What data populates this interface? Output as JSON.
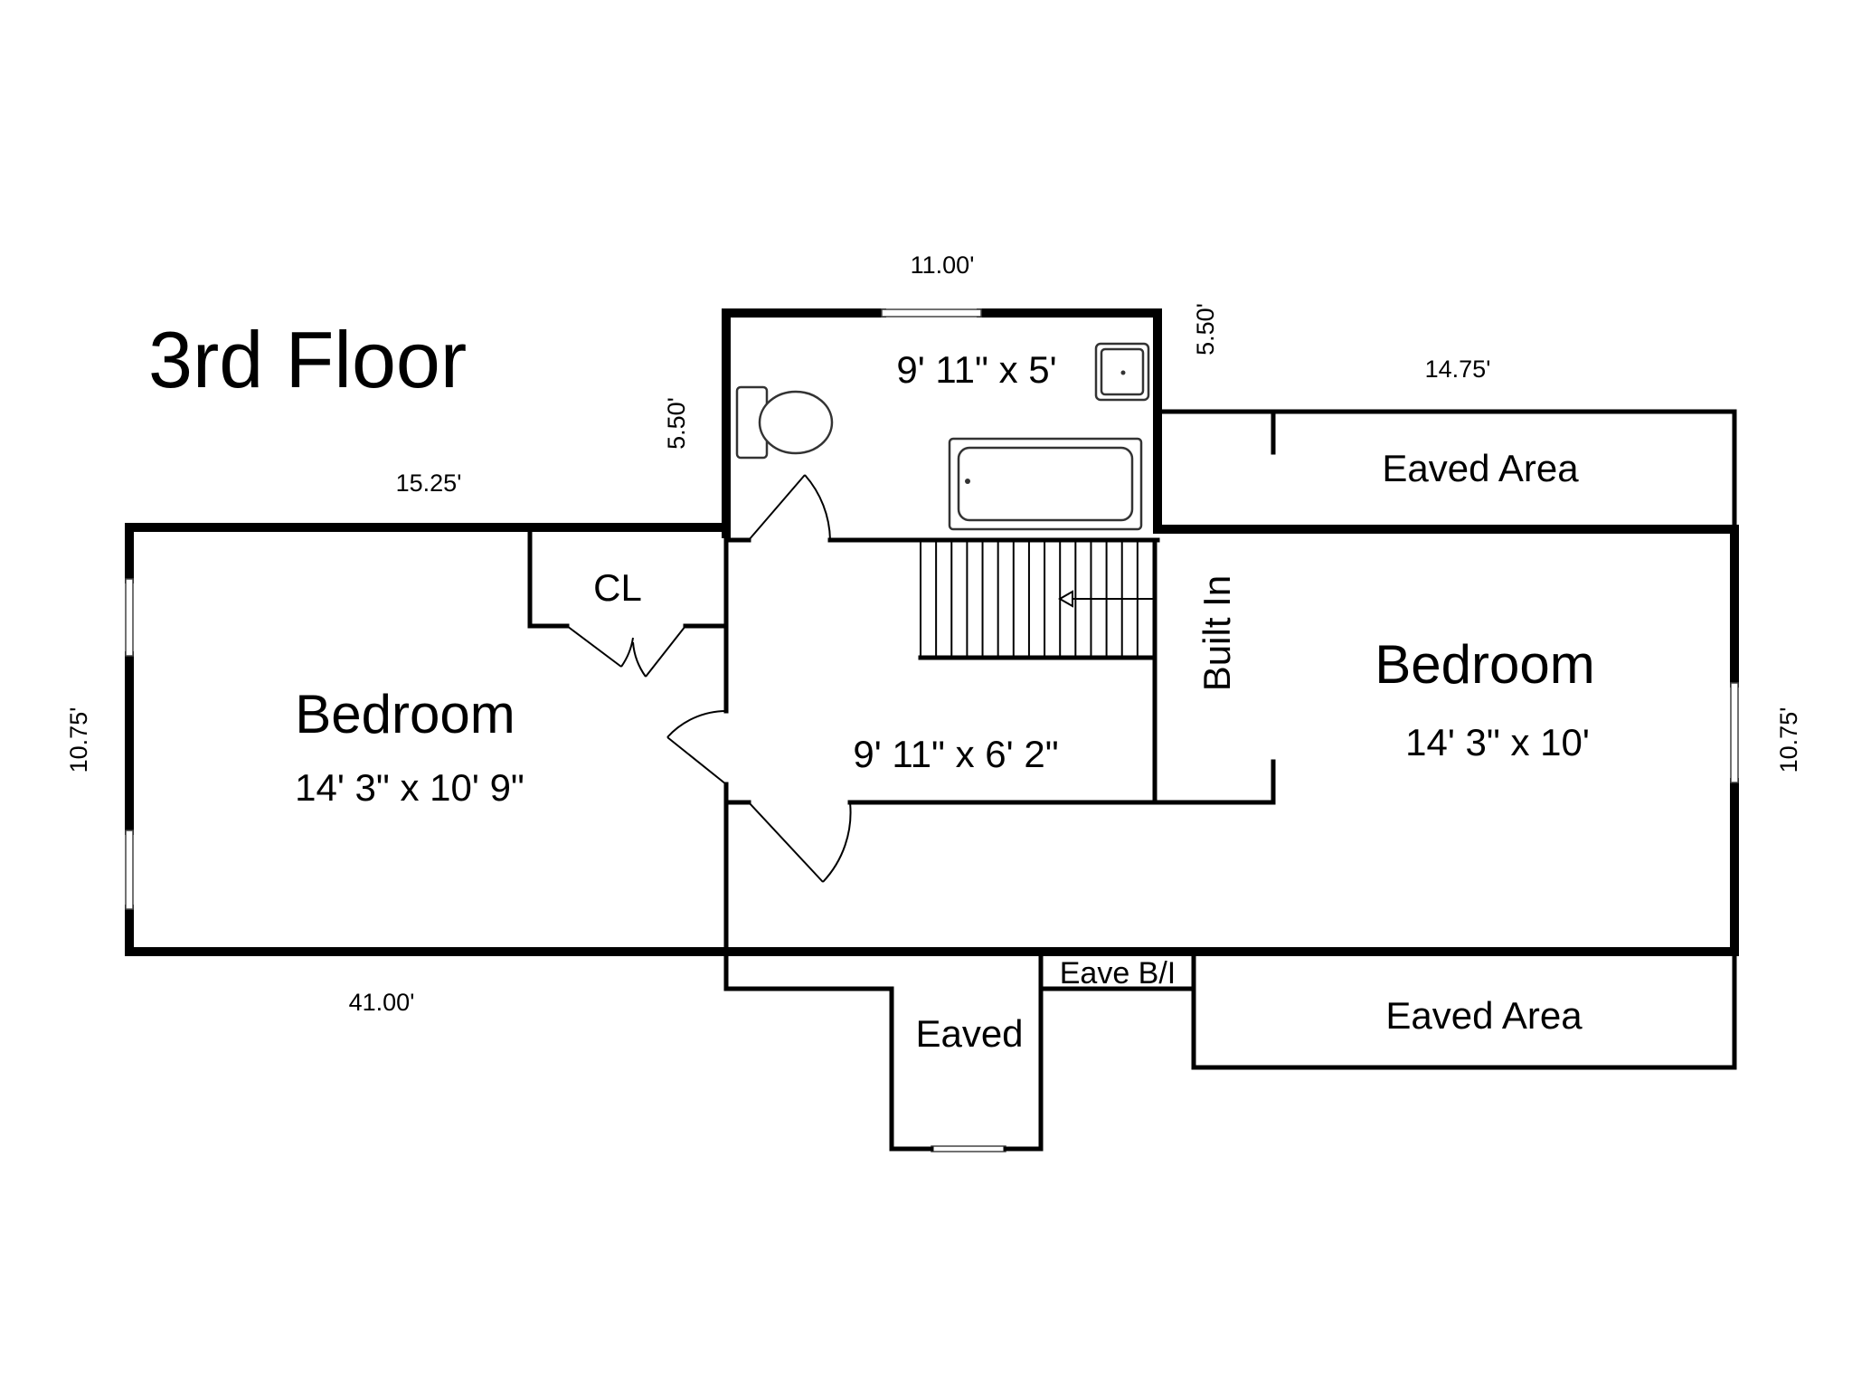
{
  "floor": {
    "title": "3rd Floor",
    "rooms": {
      "left_bedroom": {
        "name": "Bedroom",
        "size": "14' 3\" x 10' 9\""
      },
      "right_bedroom": {
        "name": "Bedroom",
        "size": "14' 3\" x 10'"
      },
      "bathroom": {
        "size": "9' 11\" x 5'"
      },
      "hall": {
        "size": "9' 11\" x 6' 2\""
      },
      "closet": {
        "name": "CL"
      },
      "built_in": {
        "name": "Built In"
      },
      "eaved_area_top": {
        "name": "Eaved Area"
      },
      "eaved_area_bottom": {
        "name": "Eaved Area"
      },
      "eaved_small": {
        "name": "Eaved"
      },
      "eave_bi": {
        "name": "Eave B/I"
      }
    },
    "measurements": {
      "bath_width": "11.00'",
      "bath_depth_right": "5.50'",
      "bath_depth_left": "5.50'",
      "top_right_width": "14.75'",
      "left_width": "15.25'",
      "left_depth": "10.75'",
      "right_depth": "10.75'",
      "total_width": "41.00'"
    }
  }
}
